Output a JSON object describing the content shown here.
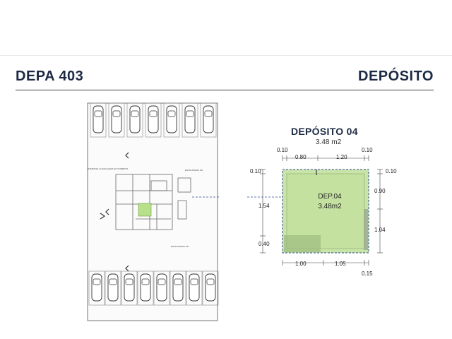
{
  "header": {
    "title_left": "DEPA 403",
    "title_right": "DEPÓSITO"
  },
  "detail": {
    "title": "DEPÓSITO 04",
    "area": "3.48 m2",
    "room_name": "DEP.04",
    "room_area": "3.48m2",
    "dims_top": [
      "0.10",
      "0.80",
      "1.20",
      "0.10"
    ],
    "dims_left": [
      "0.10",
      "1.54",
      "0.40"
    ],
    "dims_right": [
      "0.10",
      "0.90",
      "1.04"
    ],
    "dims_bottom": [
      "1.00",
      "1.05",
      "0.15"
    ]
  },
  "plan": {
    "label_rampa": "RAMPA DE LA ESCALERA NO FORMATO",
    "label_estac_top": "ESTACIONAM. 8D",
    "label_estac_bottom": "ESTACIONAM. 8D",
    "parking_top_count": 7,
    "parking_bottom_count": 8
  },
  "colors": {
    "brand": "#1d2a44",
    "highlight_fill": "#c9e4a8",
    "highlight_border": "#2e4d8a",
    "plan_line": "#555555"
  }
}
